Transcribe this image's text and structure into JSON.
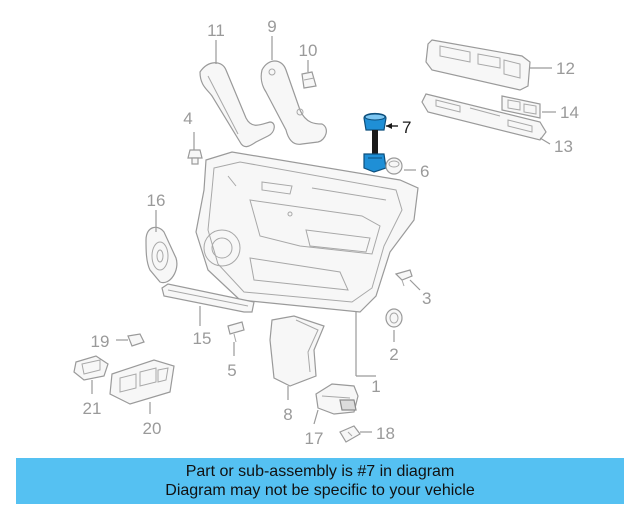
{
  "diagram": {
    "callouts": {
      "c1": "1",
      "c2": "2",
      "c3": "3",
      "c4": "4",
      "c5": "5",
      "c6": "6",
      "c7": "7",
      "c8": "8",
      "c9": "9",
      "c10": "10",
      "c11": "11",
      "c12": "12",
      "c13": "13",
      "c14": "14",
      "c15": "15",
      "c16": "16",
      "c17": "17",
      "c18": "18",
      "c19": "19",
      "c20": "20",
      "c21": "21"
    },
    "highlight_color": "#1f8fd6",
    "part_color": "#f7f7f7",
    "line_color": "#9a9a9a"
  },
  "banner": {
    "line1": "Part or sub-assembly is #7 in diagram",
    "line2": "Diagram may not be specific to your vehicle",
    "background": "#55c1f2"
  }
}
